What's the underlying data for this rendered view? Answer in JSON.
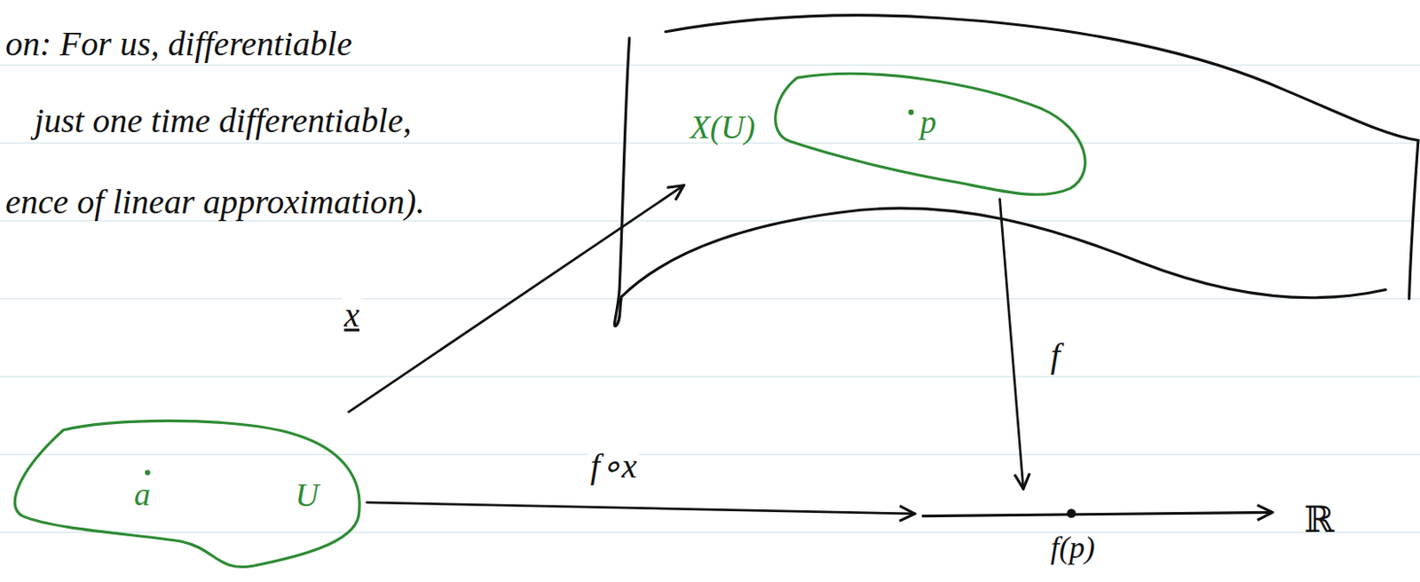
{
  "diagram": {
    "nodes": [
      {
        "text": [
          "X(U)",
          "p"
        ]
      },
      {
        "text": [
          "a",
          "U"
        ]
      },
      {
        "text": [
          "f(p)",
          "ℝ"
        ]
      }
    ],
    "edges": [
      {
        "from": 1,
        "to": 0,
        "arrow": "to",
        "label": "x"
      },
      {
        "from": 0,
        "to": 2,
        "arrow": "to",
        "label": "f"
      },
      {
        "from": 1,
        "to": 2,
        "arrow": "to",
        "label": "f∘x"
      }
    ],
    "labels": [
      "on: For us, differentiable",
      "just one time differentiable,",
      "ence of linear approximation)."
    ]
  }
}
